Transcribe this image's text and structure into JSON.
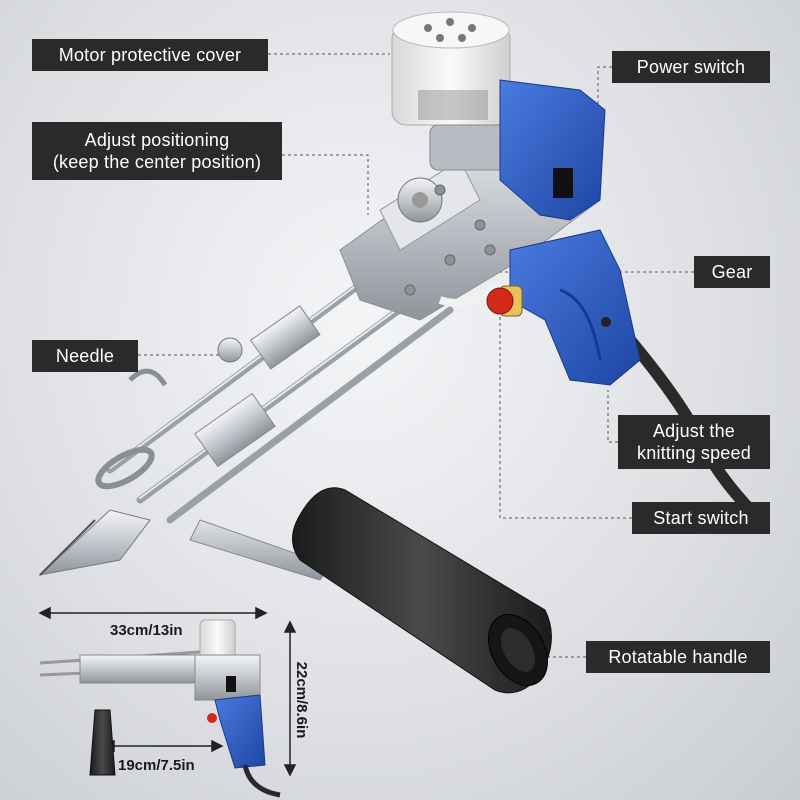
{
  "labels": {
    "motor_cover": "Motor protective cover",
    "adjust_positioning": "Adjust positioning\n(keep the center position)",
    "power_switch": "Power switch",
    "gear": "Gear",
    "needle": "Needle",
    "knitting_speed": "Adjust the\nknitting speed",
    "start_switch": "Start switch",
    "rotatable_handle": "Rotatable handle"
  },
  "dimensions": {
    "length": "33cm/13in",
    "height": "22cm/8.6in",
    "handle": "19cm/7.5in"
  },
  "colors": {
    "label_bg": "#2a2a2a",
    "body_blue": "#2f5fc4",
    "metal": "#c9ccd2",
    "handle_black": "#2b2b2b",
    "knob_red": "#d42a1c"
  }
}
